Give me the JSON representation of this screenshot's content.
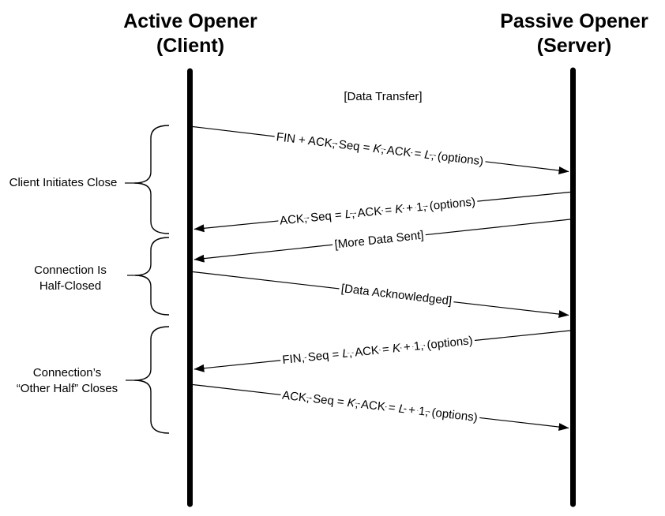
{
  "diagram": {
    "left_actor": {
      "line1": "Active Opener",
      "line2": "(Client)"
    },
    "right_actor": {
      "line1": "Passive Opener",
      "line2": "(Server)"
    },
    "notes": {
      "data_transfer": "[Data Transfer]"
    },
    "messages": [
      {
        "from": "client",
        "to": "server",
        "pre": "FIN + ACK, Seq = ",
        "var1": "K",
        "mid": ", ACK = ",
        "var2": "L",
        "post": ", (options)"
      },
      {
        "from": "server",
        "to": "client",
        "pre": "ACK, Seq = ",
        "var1": "L",
        "mid": ", ACK = ",
        "var2": "K",
        "post": " + 1, (options)"
      },
      {
        "from": "server",
        "to": "client",
        "text": "[More Data Sent]"
      },
      {
        "from": "client",
        "to": "server",
        "text": "[Data Acknowledged]"
      },
      {
        "from": "server",
        "to": "client",
        "pre": "FIN, Seq = ",
        "var1": "L",
        "mid": ", ACK = ",
        "var2": "K",
        "post": " + 1, (options)"
      },
      {
        "from": "client",
        "to": "server",
        "pre": "ACK, Seq = ",
        "var1": "K",
        "mid": ", ACK = ",
        "var2": "L",
        "post": " + 1, (options)"
      }
    ],
    "phases": [
      {
        "line1": "Client Initiates Close",
        "line2": ""
      },
      {
        "line1": "Connection Is",
        "line2": "Half-Closed"
      },
      {
        "line1": "Connection’s",
        "line2": "“Other Half” Closes"
      }
    ],
    "colors": {
      "ink": "#000000",
      "background": "#ffffff"
    }
  }
}
